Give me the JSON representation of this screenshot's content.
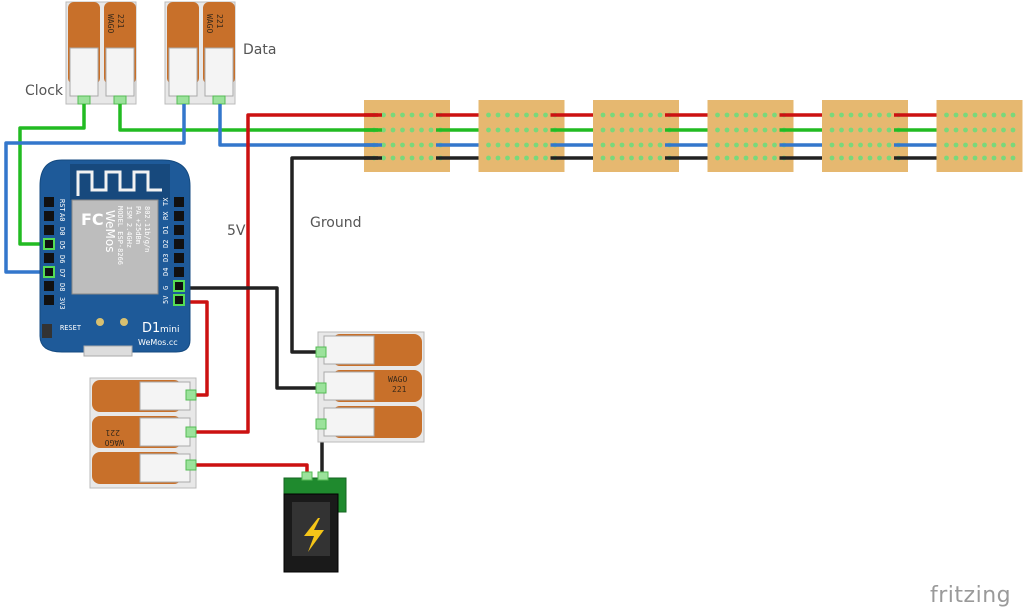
{
  "labels": {
    "clock": "Clock",
    "data": "Data",
    "five_v": "5V",
    "ground": "Ground"
  },
  "wago": {
    "brand": "WAGO",
    "model": "221"
  },
  "board": {
    "left_pins": [
      "RST",
      "A0",
      "D0",
      "D5",
      "D6",
      "D7",
      "D8",
      "3V3"
    ],
    "right_pins": [
      "TX",
      "RX",
      "D1",
      "D2",
      "D3",
      "D4",
      "G",
      "5V"
    ],
    "model_text": "D1",
    "model_suffix": "mini",
    "reset_label": "RESET",
    "site": "WeMos.cc",
    "chip_lines": [
      "MODEL ESP-8266",
      "ISM 2.4GHz",
      "PA +25dBm",
      "802.11b/g/n"
    ]
  },
  "footer": {
    "brand": "fritzing"
  },
  "colors": {
    "wire_red": "#cc1111",
    "wire_green": "#22bb22",
    "wire_blue": "#3377cc",
    "wire_black": "#222222",
    "wago_orange": "#c8702a",
    "board_blue": "#1e5a99",
    "strip_tan": "#e6b870"
  }
}
